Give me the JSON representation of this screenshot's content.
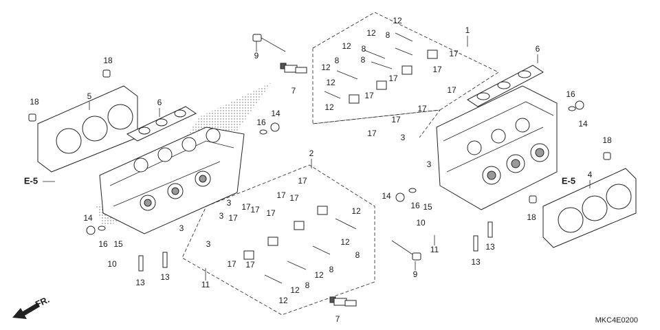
{
  "diagram": {
    "code": "MKC4E0200",
    "front_label": "FR.",
    "ref_left": "E-5",
    "ref_right": "E-5",
    "callouts": [
      {
        "id": "c1",
        "text": "1"
      },
      {
        "id": "c2",
        "text": "2"
      },
      {
        "id": "c3a",
        "text": "3"
      },
      {
        "id": "c3b",
        "text": "3"
      },
      {
        "id": "c3c",
        "text": "3"
      },
      {
        "id": "c3d",
        "text": "3"
      },
      {
        "id": "c3e",
        "text": "3"
      },
      {
        "id": "c3f",
        "text": "3"
      },
      {
        "id": "c4",
        "text": "4"
      },
      {
        "id": "c5",
        "text": "5"
      },
      {
        "id": "c6a",
        "text": "6"
      },
      {
        "id": "c6b",
        "text": "6"
      },
      {
        "id": "c7a",
        "text": "7"
      },
      {
        "id": "c7b",
        "text": "7"
      },
      {
        "id": "c8a",
        "text": "8"
      },
      {
        "id": "c8b",
        "text": "8"
      },
      {
        "id": "c8c",
        "text": "8"
      },
      {
        "id": "c8d",
        "text": "8"
      },
      {
        "id": "c8e",
        "text": "8"
      },
      {
        "id": "c8f",
        "text": "8"
      },
      {
        "id": "c8g",
        "text": "8"
      },
      {
        "id": "c9a",
        "text": "9"
      },
      {
        "id": "c9b",
        "text": "9"
      },
      {
        "id": "c10a",
        "text": "10"
      },
      {
        "id": "c10b",
        "text": "10"
      },
      {
        "id": "c11a",
        "text": "11"
      },
      {
        "id": "c11b",
        "text": "11"
      },
      {
        "id": "c12a",
        "text": "12"
      },
      {
        "id": "c12b",
        "text": "12"
      },
      {
        "id": "c12c",
        "text": "12"
      },
      {
        "id": "c12d",
        "text": "12"
      },
      {
        "id": "c12e",
        "text": "12"
      },
      {
        "id": "c12f",
        "text": "12"
      },
      {
        "id": "c12g",
        "text": "12"
      },
      {
        "id": "c12h",
        "text": "12"
      },
      {
        "id": "c12i",
        "text": "12"
      },
      {
        "id": "c12j",
        "text": "12"
      },
      {
        "id": "c12k",
        "text": "12"
      },
      {
        "id": "c13a",
        "text": "13"
      },
      {
        "id": "c13b",
        "text": "13"
      },
      {
        "id": "c13c",
        "text": "13"
      },
      {
        "id": "c13d",
        "text": "13"
      },
      {
        "id": "c14a",
        "text": "14"
      },
      {
        "id": "c14b",
        "text": "14"
      },
      {
        "id": "c14c",
        "text": "14"
      },
      {
        "id": "c14d",
        "text": "14"
      },
      {
        "id": "c15a",
        "text": "15"
      },
      {
        "id": "c15b",
        "text": "15"
      },
      {
        "id": "c16a",
        "text": "16"
      },
      {
        "id": "c16b",
        "text": "16"
      },
      {
        "id": "c16c",
        "text": "16"
      },
      {
        "id": "c16d",
        "text": "16"
      },
      {
        "id": "c17a",
        "text": "17"
      },
      {
        "id": "c17b",
        "text": "17"
      },
      {
        "id": "c17c",
        "text": "17"
      },
      {
        "id": "c17d",
        "text": "17"
      },
      {
        "id": "c17e",
        "text": "17"
      },
      {
        "id": "c17f",
        "text": "17"
      },
      {
        "id": "c17g",
        "text": "17"
      },
      {
        "id": "c17h",
        "text": "17"
      },
      {
        "id": "c17i",
        "text": "17"
      },
      {
        "id": "c17j",
        "text": "17"
      },
      {
        "id": "c17k",
        "text": "17"
      },
      {
        "id": "c17l",
        "text": "17"
      },
      {
        "id": "c17m",
        "text": "17"
      },
      {
        "id": "c17n",
        "text": "17"
      },
      {
        "id": "c17o",
        "text": "17"
      },
      {
        "id": "c17p",
        "text": "17"
      },
      {
        "id": "c17q",
        "text": "17"
      },
      {
        "id": "c18a",
        "text": "18"
      },
      {
        "id": "c18b",
        "text": "18"
      },
      {
        "id": "c18c",
        "text": "18"
      },
      {
        "id": "c18d",
        "text": "18"
      }
    ]
  }
}
